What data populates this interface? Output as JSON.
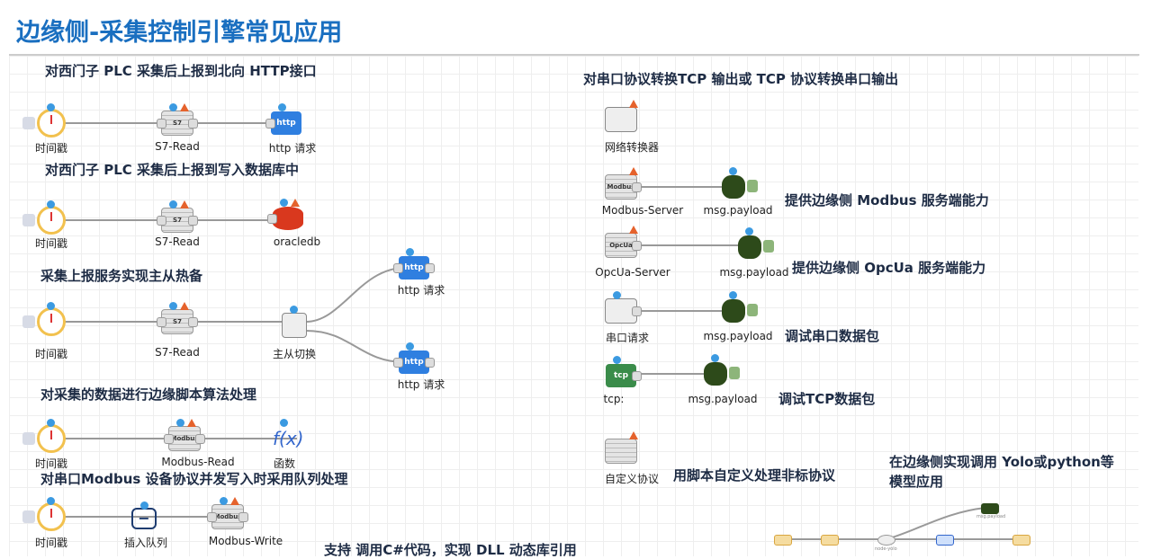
{
  "title": "边缘侧-采集控制引擎常见应用",
  "left": {
    "flow1": {
      "heading": "对西门子 PLC 采集后上报到北向 HTTP接口",
      "nodes": [
        "时间戳",
        "S7-Read",
        "http 请求"
      ]
    },
    "flow2": {
      "heading": "对西门子 PLC 采集后上报到写入数据库中",
      "nodes": [
        "时间戳",
        "S7-Read",
        "oracledb"
      ]
    },
    "flow3": {
      "heading": "采集上报服务实现主从热备",
      "nodes": [
        "时间戳",
        "S7-Read",
        "主从切换",
        "http 请求",
        "http 请求"
      ]
    },
    "flow4": {
      "heading": "对采集的数据进行边缘脚本算法处理",
      "nodes": [
        "时间戳",
        "Modbus-Read",
        "函数"
      ]
    },
    "flow5": {
      "heading": "对串口Modbus 设备协议并发写入时采用队列处理",
      "nodes": [
        "时间戳",
        "插入队列",
        "Modbus-Write"
      ]
    },
    "footer": "支持 调用C#代码，实现 DLL 动态库引用"
  },
  "right": {
    "heading": "对串口协议转换TCP 输出或 TCP 协议转换串口输出",
    "converter": "网络转换器",
    "rows": [
      {
        "node": "Modbus-Server",
        "debug": "msg.payload",
        "desc": "提供边缘侧 Modbus 服务端能力"
      },
      {
        "node": "OpcUa-Server",
        "debug": "msg.payload",
        "desc": "提供边缘侧  OpcUa 服务端能力"
      },
      {
        "node": "串口请求",
        "debug": "msg.payload",
        "desc": "调试串口数据包"
      },
      {
        "node": "tcp:",
        "debug": "msg.payload",
        "desc": "调试TCP数据包"
      }
    ],
    "custom": {
      "node": "自定义协议",
      "desc": "用脚本自定义处理非标协议"
    },
    "yolo": {
      "line1": "在边缘侧实现调用 Yolo或python等",
      "line2": "模型应用",
      "debug": "msg.payload",
      "yolo_node": "node-yolo"
    }
  },
  "icons": {
    "timer": "stopwatch-icon",
    "plc": "plc-icon",
    "http": "http-request-icon",
    "db": "database-icon",
    "fx": "function-icon",
    "debug": "bug-icon"
  },
  "colors": {
    "title": "#1a6fc0",
    "heading": "#1d2b44"
  }
}
